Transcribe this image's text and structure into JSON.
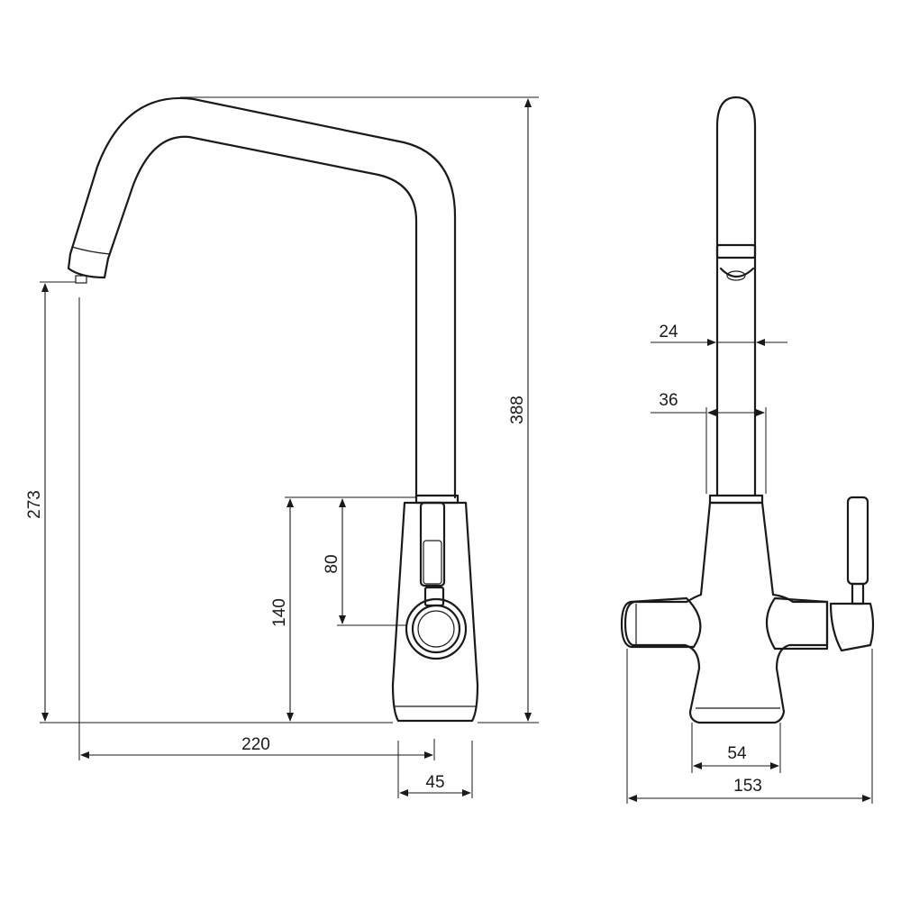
{
  "dimensions": {
    "total_height": "388",
    "spout_height": "273",
    "body_height": "140",
    "handle_height": "80",
    "spout_reach": "220",
    "body_width": "45",
    "spout_diameter": "24",
    "column_diameter": "36",
    "base_diameter": "54",
    "total_width": "153"
  }
}
